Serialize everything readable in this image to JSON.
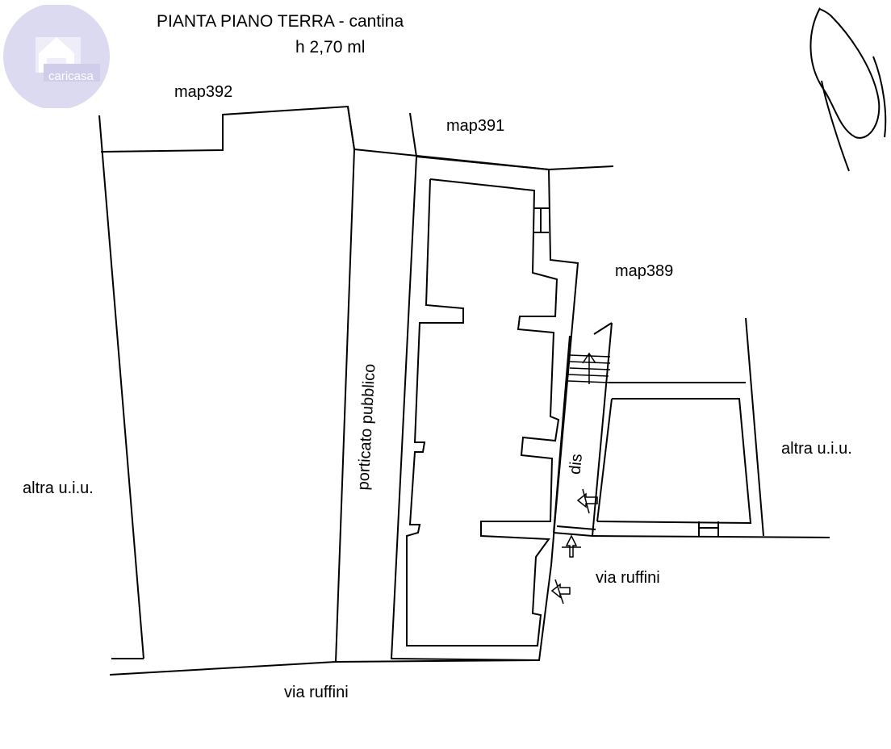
{
  "title": {
    "line1": "PIANTA PIANO TERRA - cantina",
    "line2": "h 2,70 ml"
  },
  "logo": {
    "text": "caricasa",
    "color": "#d9d7ee",
    "text_color": "#ffffff"
  },
  "labels": {
    "map392": "map392",
    "map391": "map391",
    "map389": "map389",
    "porticato": "porticato pubblico",
    "altra_left": "altra u.i.u.",
    "altra_right": "altra u.i.u.",
    "dis": "dis",
    "via_ruffini_right": "via ruffini",
    "via_ruffini_bottom": "via ruffini"
  },
  "colors": {
    "line": "#000000",
    "background": "#ffffff"
  }
}
